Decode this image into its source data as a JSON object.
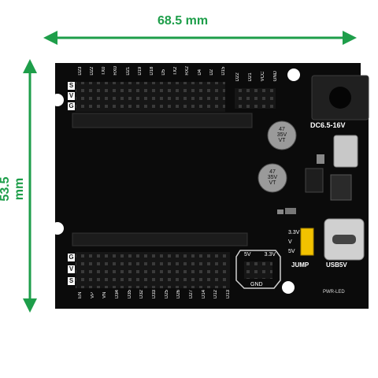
{
  "dimensions": {
    "width_label": "68.5 mm",
    "height_label": "53.5 mm"
  },
  "board": {
    "top_header_labels": [
      "D23",
      "D22",
      "TX0",
      "RX0",
      "D21",
      "D19",
      "D18",
      "D5",
      "TX2",
      "RX2",
      "D4",
      "D2",
      "D15"
    ],
    "top_right_labels": [
      "D22",
      "D21",
      "VCC",
      "GND"
    ],
    "bottom_header_labels": [
      "EN",
      "VP",
      "VN",
      "D34",
      "D35",
      "D32",
      "D33",
      "D25",
      "D26",
      "D27",
      "D14",
      "D12",
      "D13"
    ],
    "row_letters_top": [
      "S",
      "V",
      "G"
    ],
    "row_letters_bottom": [
      "G",
      "V",
      "S"
    ],
    "power_jack_label": "DC6.5-16V",
    "cap_top_text": [
      "47",
      "35V",
      "VT"
    ],
    "cap_bottom_text": [
      "47",
      "35V",
      "VT"
    ],
    "jump_label": "JUMP",
    "jump_v_labels": [
      "3.3V",
      "V",
      "5V"
    ],
    "usb_label": "USB5V",
    "pwr_led_label": "PWR-LED",
    "mini_header_labels": [
      "5V",
      "3.3V"
    ],
    "gnd_label": "GND"
  },
  "colors": {
    "accent": "#1e9e4a",
    "board": "#0a0a0a",
    "jumper": "#f2c200"
  }
}
